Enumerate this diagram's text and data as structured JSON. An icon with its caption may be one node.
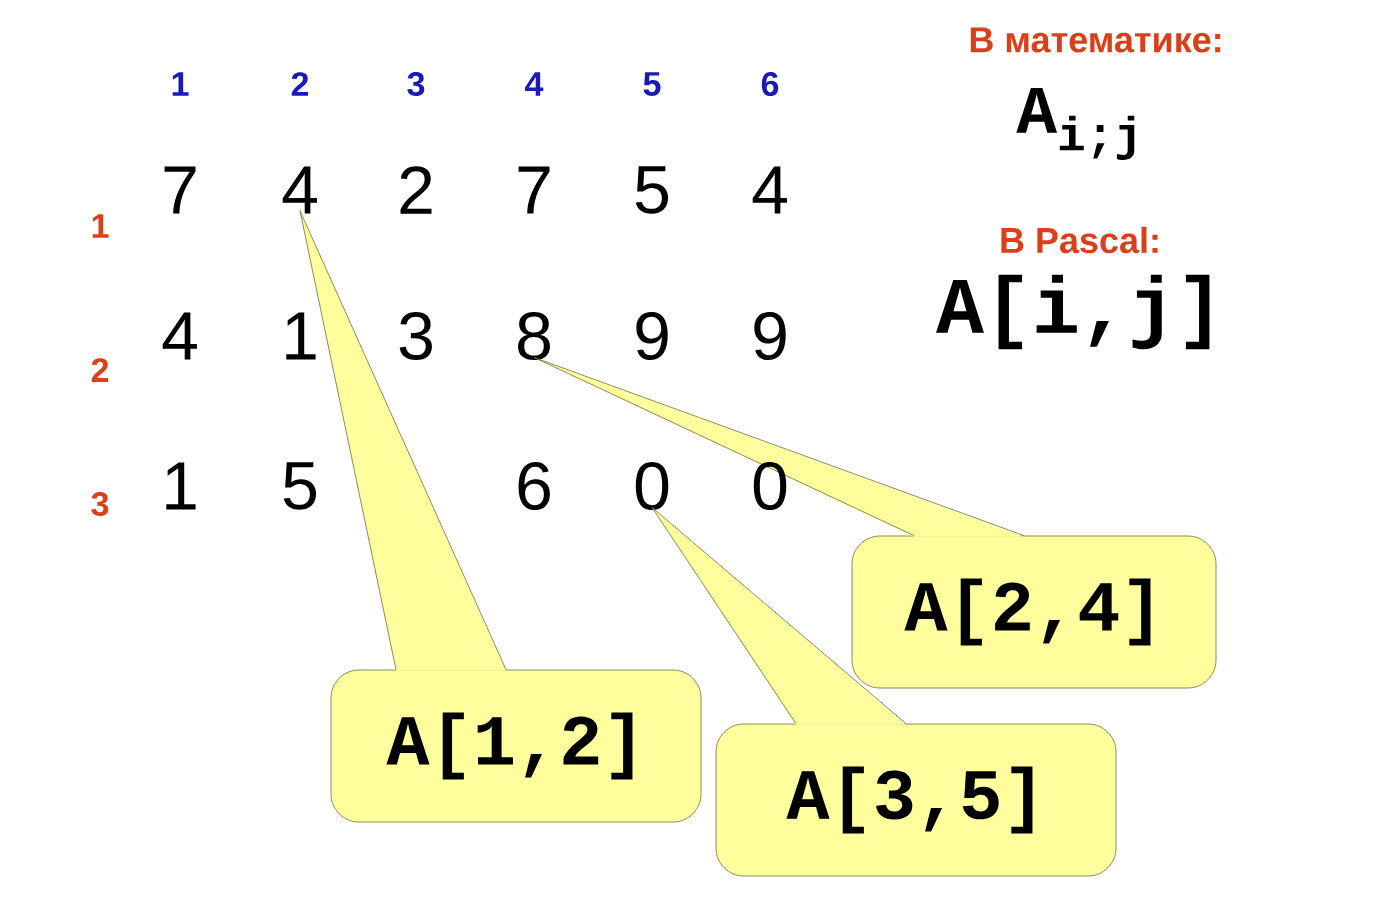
{
  "diagram": {
    "nodes": [
      {
        "text": [
          "4"
        ]
      },
      {
        "text": [
          "8"
        ]
      },
      {
        "text": [
          "0"
        ]
      },
      {
        "text": [
          "A[1,2]"
        ]
      },
      {
        "text": [
          "A[2,4]"
        ]
      },
      {
        "text": [
          "A[3,5]"
        ]
      }
    ],
    "edges": [
      {
        "from": 3,
        "to": 0,
        "arrow": "none"
      },
      {
        "from": 4,
        "to": 1,
        "arrow": "none"
      },
      {
        "from": 5,
        "to": 2,
        "arrow": "none"
      }
    ],
    "labels": [
      "1",
      "2",
      "3",
      "4",
      "5",
      "6",
      "1",
      "2",
      "3",
      "7",
      "2",
      "7",
      "5",
      "4",
      "4",
      "1",
      "3",
      "9",
      "9",
      "1",
      "5",
      "6",
      "0",
      "В математике:",
      "A$_{i;j}$",
      "В Pascal:",
      "A[i,j]"
    ]
  }
}
